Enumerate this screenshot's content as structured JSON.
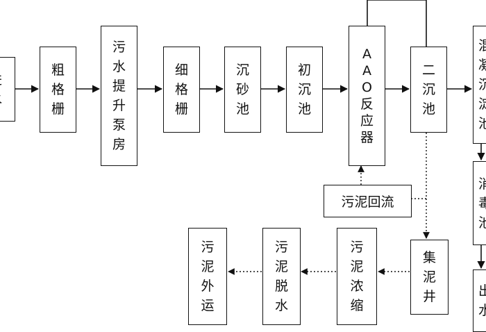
{
  "diagram": {
    "nodes": {
      "inlet": "进水",
      "coarse_screen": "粗格栅",
      "lift_pump": "污水提升泵房",
      "fine_screen": "细格栅",
      "grit_chamber": "沉砂池",
      "primary_clarifier": "初沉池",
      "aao_reactor_letters": "AAO",
      "aao_reactor_word": "反应器",
      "secondary_clarifier": "二沉池",
      "right_top": "混凝沉淀池",
      "right_middle": "消毒池",
      "outlet": "出水",
      "sludge_return": "污泥回流",
      "sludge_well": "集泥井",
      "sludge_thickening": "污泥浓缩",
      "sludge_dewatering": "污泥脱水",
      "sludge_disposal": "污泥外运"
    }
  }
}
